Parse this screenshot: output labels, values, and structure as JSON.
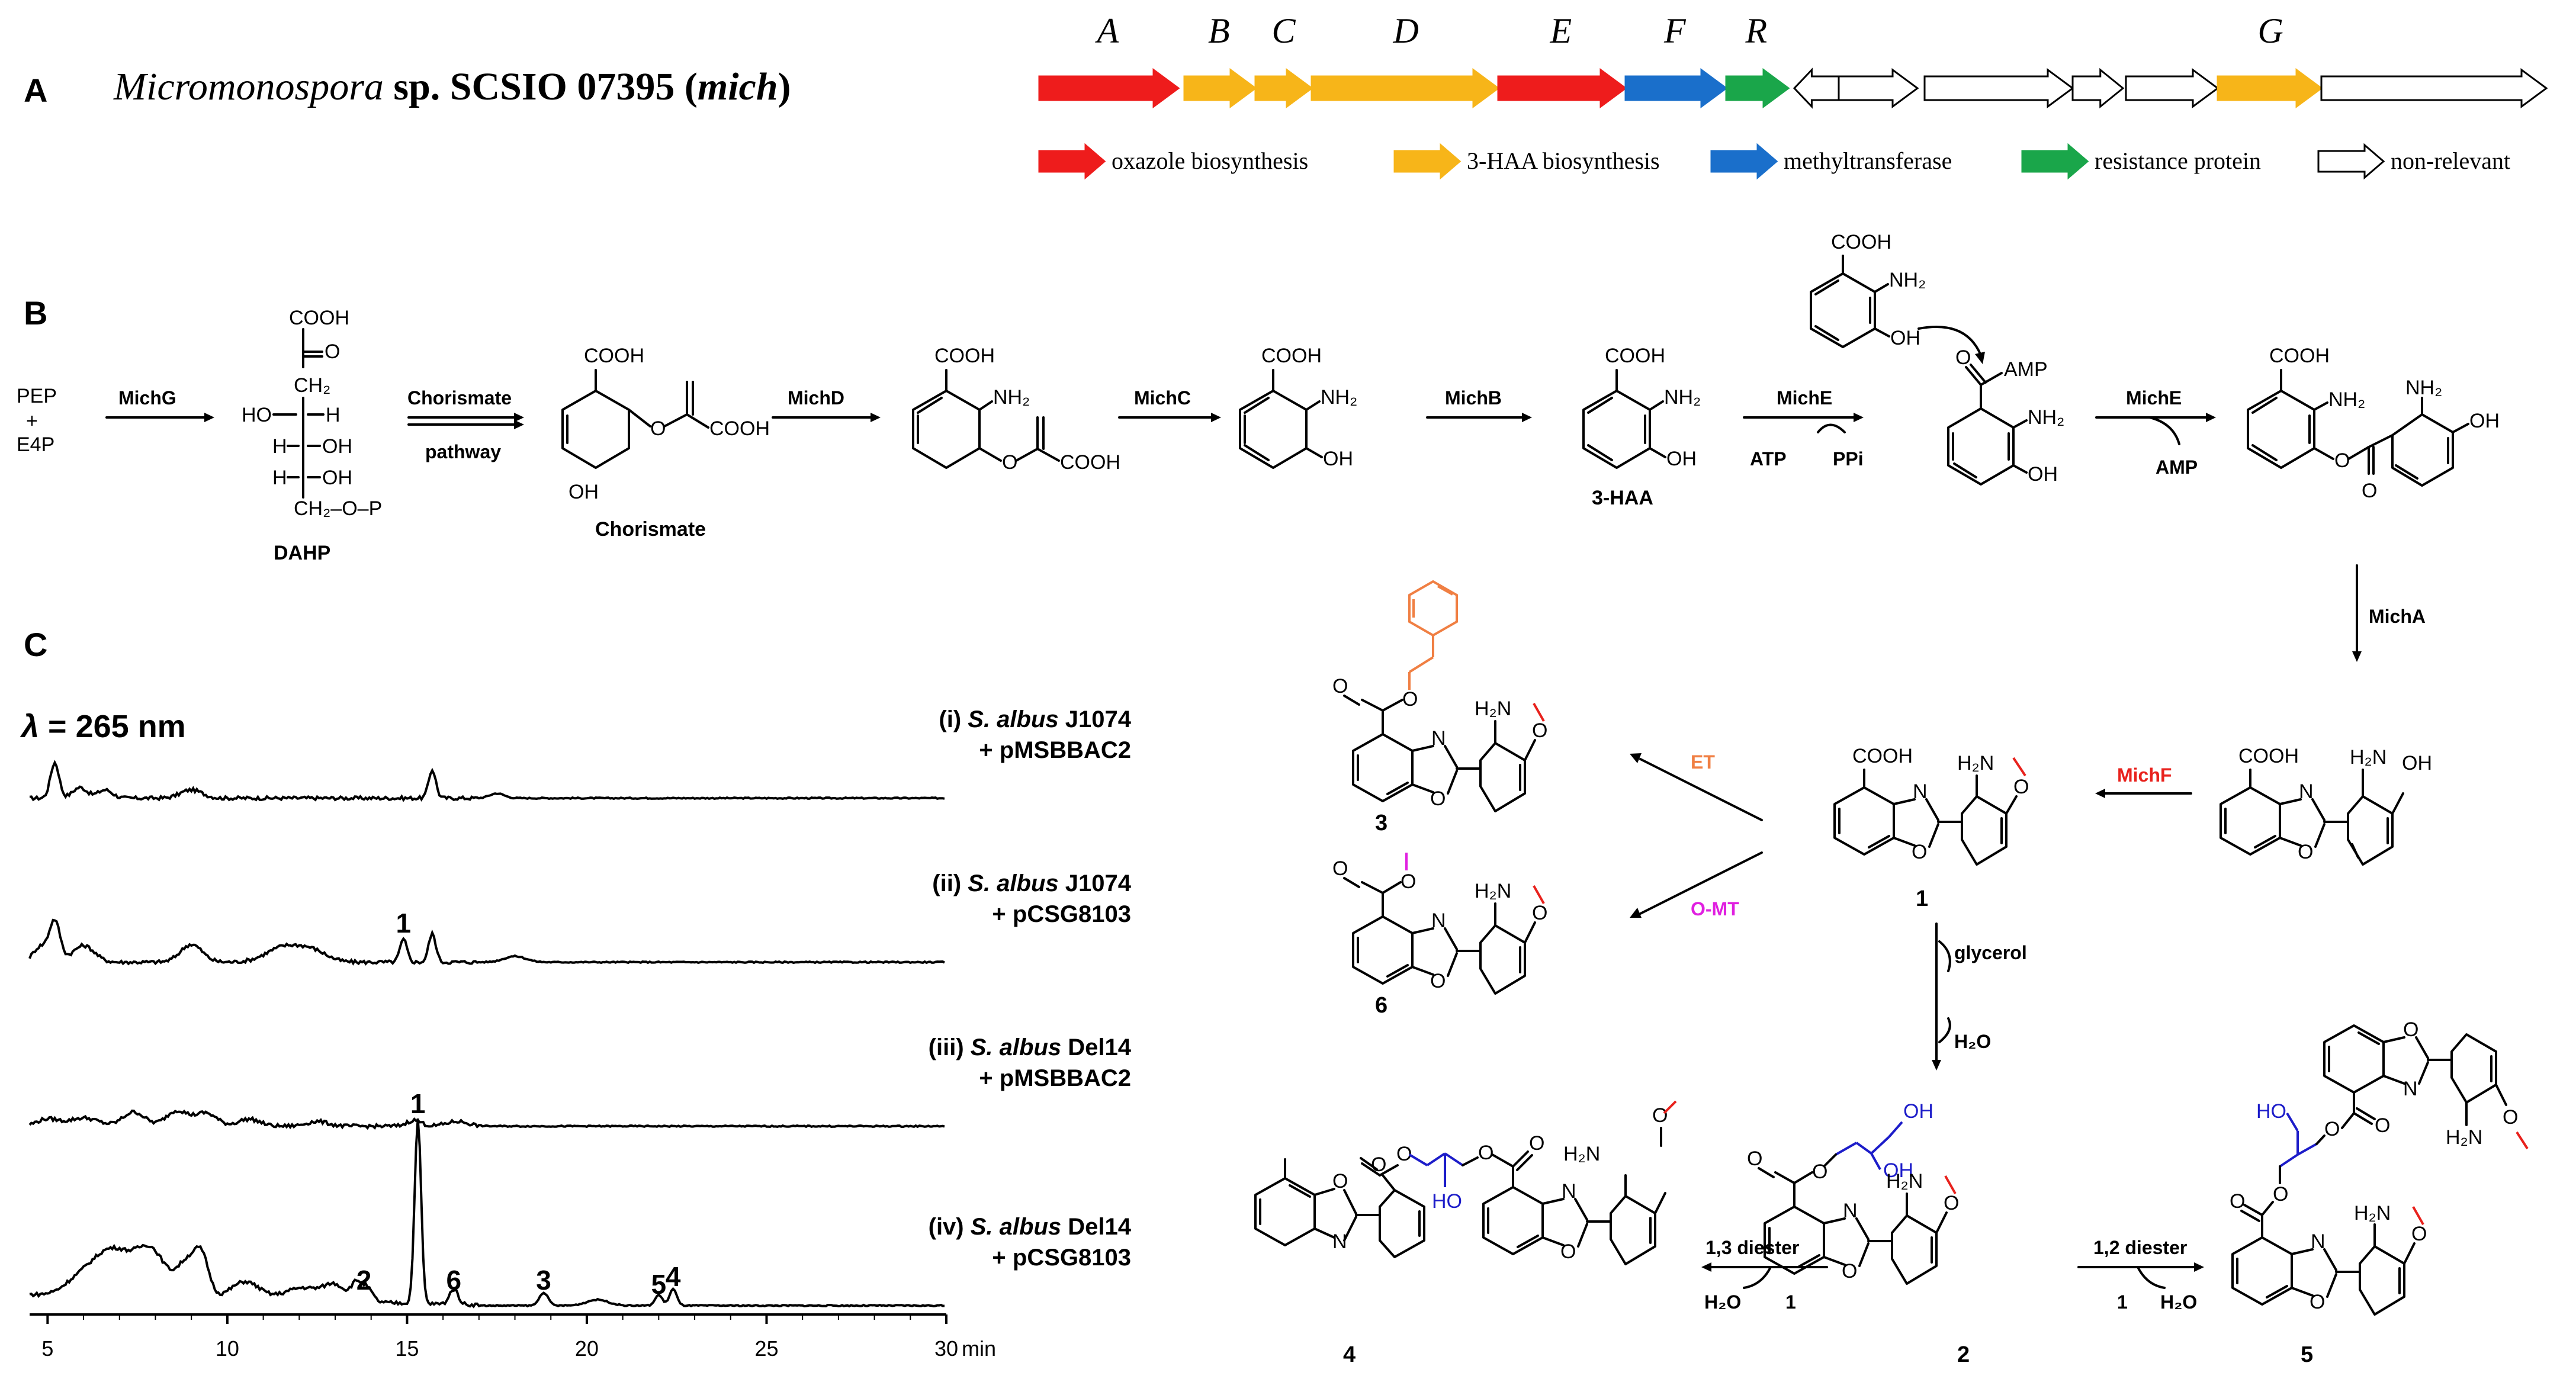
{
  "panels": {
    "a": "A",
    "b": "B",
    "c": "C"
  },
  "cluster": {
    "organism_italic": "Micromonospora",
    "organism_rest": " sp. SCSIO 07395 (",
    "cluster_italic": "mich",
    "close": ")",
    "genes": [
      {
        "label": "A",
        "color": "#ee1c1c",
        "kind": "oxazole"
      },
      {
        "label": "B",
        "color": "#f7b519",
        "kind": "3-HAA"
      },
      {
        "label": "C",
        "color": "#f7b519",
        "kind": "3-HAA"
      },
      {
        "label": "D",
        "color": "#f7b519",
        "kind": "3-HAA"
      },
      {
        "label": "E",
        "color": "#ee1c1c",
        "kind": "oxazole"
      },
      {
        "label": "F",
        "color": "#1a6fcb",
        "kind": "methyltransferase"
      },
      {
        "label": "R",
        "color": "#1aa64a",
        "kind": "resistance"
      },
      {
        "label": "",
        "color": "#ffffff",
        "kind": "non-relevant"
      },
      {
        "label": "",
        "color": "#ffffff",
        "kind": "non-relevant"
      },
      {
        "label": "",
        "color": "#ffffff",
        "kind": "non-relevant"
      },
      {
        "label": "",
        "color": "#ffffff",
        "kind": "non-relevant"
      },
      {
        "label": "",
        "color": "#ffffff",
        "kind": "non-relevant"
      },
      {
        "label": "G",
        "color": "#f7b519",
        "kind": "3-HAA"
      },
      {
        "label": "",
        "color": "#ffffff",
        "kind": "non-relevant"
      }
    ],
    "legend": [
      {
        "label": "oxazole biosynthesis",
        "color": "#ee1c1c"
      },
      {
        "label": "3-HAA biosynthesis",
        "color": "#f7b519"
      },
      {
        "label": "methyltransferase",
        "color": "#1a6fcb"
      },
      {
        "label": "resistance protein",
        "color": "#1aa64a"
      },
      {
        "label": "non-relevant",
        "color": "#ffffff"
      }
    ]
  },
  "pathway": {
    "substrates": {
      "pep": "PEP",
      "plus": "+",
      "e4p": "E4P"
    },
    "enzymes": {
      "michG": "MichG",
      "chor1": "Chorismate",
      "chor2": "pathway",
      "michD": "MichD",
      "michC": "MichC",
      "michB": "MichB",
      "michE1": "MichE",
      "atp": "ATP",
      "ppi": "PPi",
      "michE2": "MichE",
      "amp2": "AMP",
      "michA": "MichA",
      "michF": "MichF",
      "et": "ET",
      "omt": "O-MT",
      "glycerol": "glycerol",
      "h2o": "H₂O",
      "diester13": "1,3 diester",
      "diester12": "1,2 diester",
      "h2o_a": "H₂O",
      "one_a": "1",
      "h2o_b": "H₂O",
      "one_b": "1"
    },
    "compound_names": {
      "dahp": "DAHP",
      "chorismate": "Chorismate",
      "haa": "3-HAA"
    },
    "compound_numbers": {
      "c1": "1",
      "c2": "2",
      "c3": "3",
      "c4": "4",
      "c5": "5",
      "c6": "6"
    },
    "groups": {
      "cooh": "COOH",
      "o": "O",
      "ch2": "CH₂",
      "ho": "HO",
      "h": "H",
      "oh": "OH",
      "ch2op": "CH₂–O–P",
      "nh2": "NH₂",
      "h2n": "H₂N",
      "amp": "AMP",
      "n": "N"
    },
    "colors": {
      "methyl": "#e8211c",
      "phenethyl": "#f07f43",
      "glycerol": "#1c1cc9",
      "omt": "#e020e0",
      "michF": "#e8211c",
      "et": "#f07f43"
    }
  },
  "hplc": {
    "wavelength_prefix": "λ",
    "wavelength_rest": " = 265 nm",
    "traces": [
      {
        "line1_prefix": "(i) ",
        "line1_italic": "S. albus",
        "line1_rest": " J1074",
        "line2": "+ pMSBBAC2"
      },
      {
        "line1_prefix": "(ii) ",
        "line1_italic": "S. albus",
        "line1_rest": " J1074",
        "line2": "+ pCSG8103"
      },
      {
        "line1_prefix": "(iii) ",
        "line1_italic": "S. albus",
        "line1_rest": " Del14",
        "line2": "+ pMSBBAC2"
      },
      {
        "line1_prefix": "(iv) ",
        "line1_italic": "S. albus",
        "line1_rest": " Del14",
        "line2": "+ pCSG8103"
      }
    ],
    "peaks": [
      {
        "label": "1",
        "trace": 1,
        "time": 14.9
      },
      {
        "label": "1",
        "trace": 3,
        "time": 15.3
      },
      {
        "label": "2",
        "trace": 3,
        "time": 13.8
      },
      {
        "label": "6",
        "trace": 3,
        "time": 16.3
      },
      {
        "label": "3",
        "trace": 3,
        "time": 18.8
      },
      {
        "label": "5",
        "trace": 3,
        "time": 22.0
      },
      {
        "label": "4",
        "trace": 3,
        "time": 22.4
      }
    ],
    "xaxis": {
      "ticks": [
        5,
        10,
        15,
        20,
        25,
        30
      ],
      "unit": "min",
      "xlim": [
        4.5,
        30
      ]
    }
  }
}
